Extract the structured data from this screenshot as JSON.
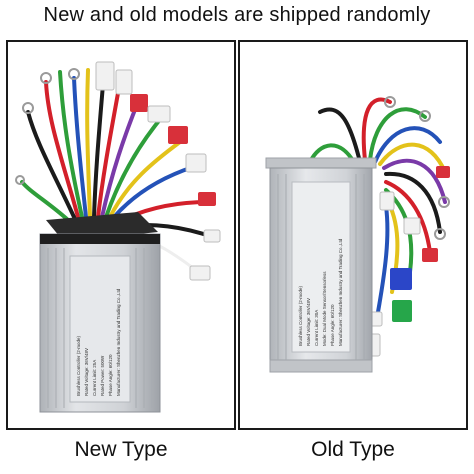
{
  "header": {
    "title": "New and old models are shipped randomly"
  },
  "panels": [
    {
      "caption": "New Type",
      "label_text": [
        "Brushless Controller (2-mode)",
        "Rated Voltage: 36V/48V",
        "Current Limit: 25A",
        "Rated Power: 500W",
        "Phase Angle: 60/120",
        "Manufacturer: Shenzhen Industry and Trading Co.,Ltd"
      ]
    },
    {
      "caption": "Old Type",
      "label_text": [
        "Brushless Controller (2-mode)",
        "Rated Voltage: 36V/48V",
        "Current Limit: 30A",
        "Mode: Dual Mode Sensor/Sensorless",
        "Phase Angle: 60/120",
        "Manufacturer: Shenzhen Industry and Trading Co.,Ltd"
      ]
    }
  ],
  "colors": {
    "border": "#1a1a1a",
    "wire_red": "#d3202a",
    "wire_green": "#2e9e3a",
    "wire_blue": "#2452b8",
    "wire_yellow": "#e3c21a",
    "wire_black": "#1b1b1b",
    "wire_purple": "#7a3aa8",
    "wire_white": "#eeeeee",
    "connector_white": "#f1f1f1",
    "connector_red": "#d8303a",
    "connector_blue": "#2b46c8",
    "connector_green": "#26a64a",
    "housing": "#c9ccd0"
  }
}
